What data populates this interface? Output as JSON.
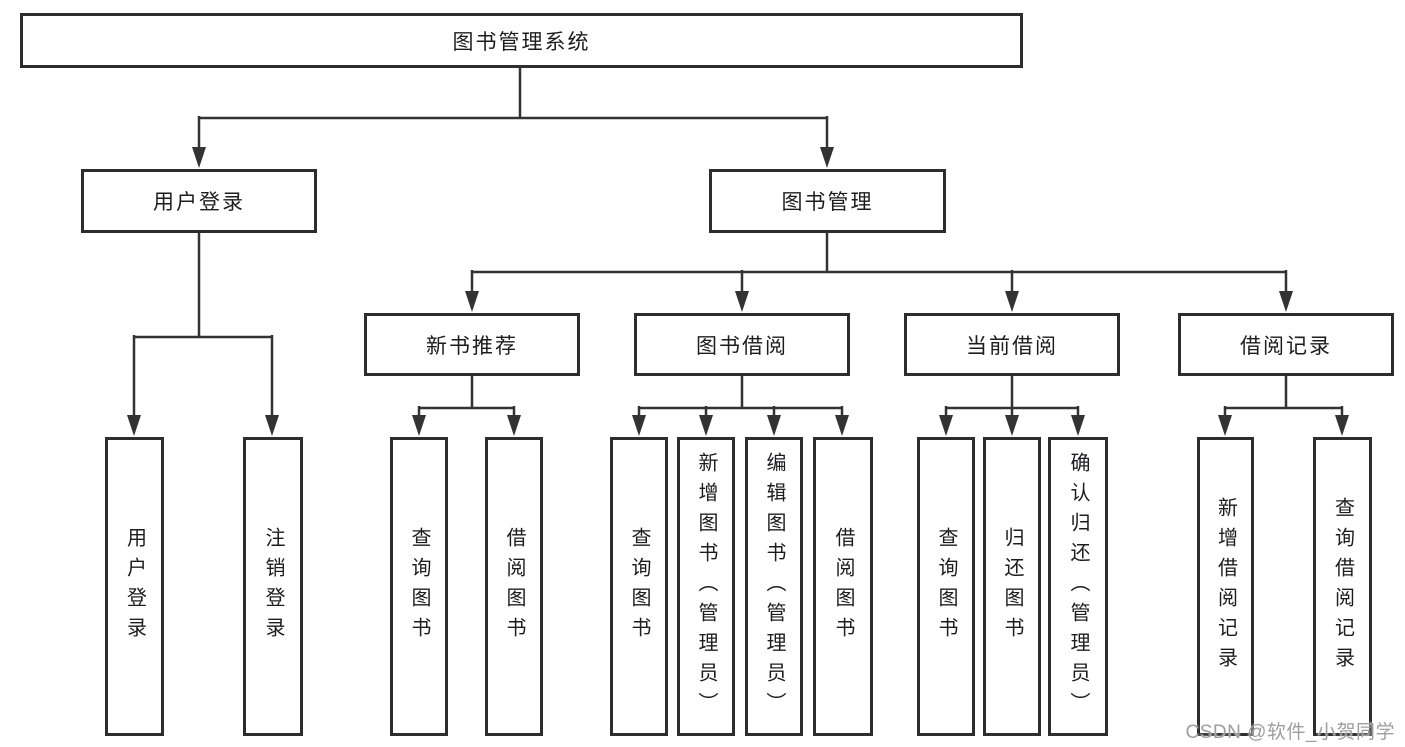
{
  "diagram": {
    "root": {
      "label": "图书管理系统"
    },
    "branches": {
      "user_login": {
        "label": "用户登录",
        "children": [
          "用户登录",
          "注销登录"
        ]
      },
      "book_mgmt": {
        "label": "图书管理",
        "children": {
          "new_book": {
            "label": "新书推荐",
            "children": [
              "查询图书",
              "借阅图书"
            ]
          },
          "borrow": {
            "label": "图书借阅",
            "children": [
              "查询图书",
              "新增图书（管理员）",
              "编辑图书（管理员）",
              "借阅图书"
            ]
          },
          "current": {
            "label": "当前借阅",
            "children": [
              "查询图书",
              "归还图书",
              "确认归还（管理员）"
            ]
          },
          "records": {
            "label": "借阅记录",
            "children": [
              "新增借阅记录",
              "查询借阅记录"
            ]
          }
        }
      }
    }
  },
  "watermark": {
    "text": "CSDN @软件_小贺同学"
  },
  "colors": {
    "line": "#333333",
    "box_border": "#2d2d2d",
    "box_fill": "#ffffff",
    "text": "#1d1d1f",
    "watermark": "#9e9e9e",
    "background": "#ffffff"
  }
}
